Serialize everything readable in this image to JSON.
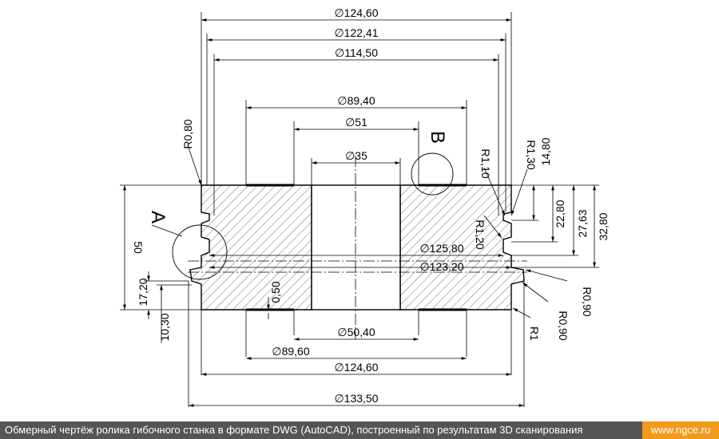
{
  "dimensions": {
    "d_124_60_top": "∅124,60",
    "d_122_41": "∅122,41",
    "d_114_50": "∅114,50",
    "d_89_40": "∅89,40",
    "d_51": "∅51",
    "d_35": "∅35",
    "d_125_80": "∅125,80",
    "d_123_20": "∅123,20",
    "d_50_40": "∅50,40",
    "d_89_60": "∅89,60",
    "d_124_60_bottom": "∅124,60",
    "d_133_50": "∅133,50",
    "height_50": "50",
    "h_17_20": "17,20",
    "h_10_30": "10,30",
    "h_0_50": "0,50",
    "h_14_80": "14,80",
    "h_22_80": "22,80",
    "h_27_63": "27,63",
    "h_32_80": "32,80"
  },
  "radii": {
    "r_0_80": "R0,80",
    "r_1_10": "R1,10",
    "r_1_30": "R1,30",
    "r_1_20": "R1,20",
    "r_0_90_a": "R0,90",
    "r_0_90_b": "R0,90",
    "r_1": "R1"
  },
  "views": {
    "detail_a": "A",
    "detail_b": "B"
  },
  "footer": {
    "caption": "Обмерный чертёж ролика гибочного станка в формате DWG (AutoCAD), построенный по результатам 3D сканирования",
    "site": "www.ngce.ru"
  },
  "colors": {
    "footer_bg": "#555555",
    "site_bg": "#f29a1c",
    "line": "#000000"
  }
}
